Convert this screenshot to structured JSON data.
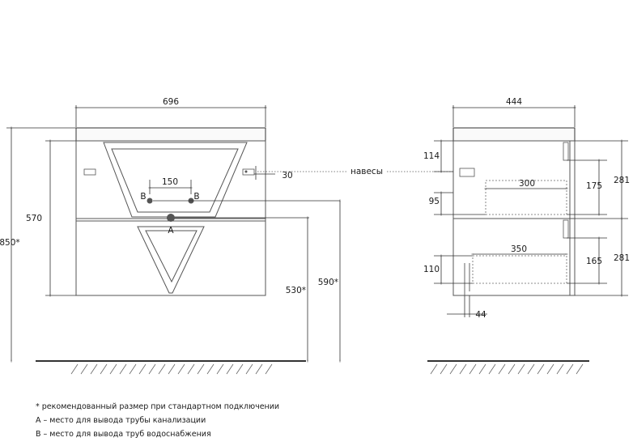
{
  "front": {
    "width": "696",
    "height_left": "570",
    "height_total": "850*",
    "pipe_spacing": "150",
    "label_b_left": "B",
    "label_b_right": "B",
    "label_a": "A",
    "hinge_offset": "30",
    "height_530": "530*",
    "height_590": "590*"
  },
  "hinges_label": "навесы",
  "side": {
    "width": "444",
    "dim_114": "114",
    "dim_95": "95",
    "dim_300": "300",
    "dim_175": "175",
    "dim_281_top": "281",
    "dim_350": "350",
    "dim_110": "110",
    "dim_165": "165",
    "dim_281_bottom": "281",
    "dim_44": "44"
  },
  "notes": [
    "* рекомендованный размер при стандартном подключении",
    "A – место для вывода трубы канализации",
    "B – место для вывода труб водоснабжения"
  ]
}
